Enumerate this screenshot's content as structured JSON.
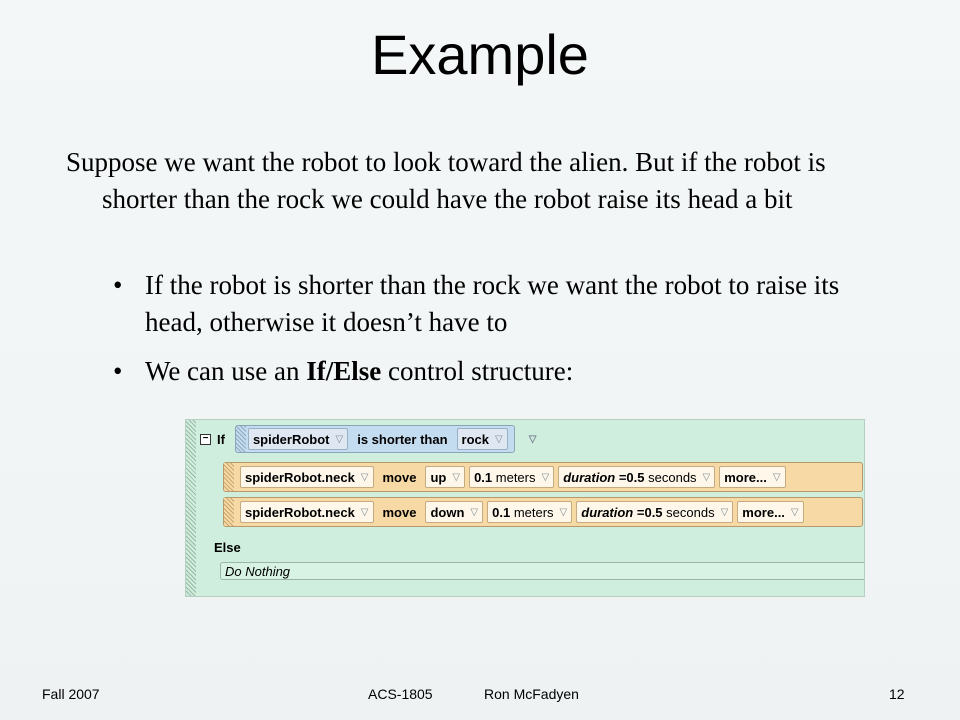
{
  "slide": {
    "title": "Example",
    "paragraph": "Suppose we want the robot to look toward the alien.  But if the robot is shorter than the rock we could have the robot raise its head a bit",
    "bullets": [
      {
        "text": "If the robot is shorter than the rock we want the robot to raise its head, otherwise it doesn’t have to"
      },
      {
        "text_before": "We can use an ",
        "bold": "If/Else",
        "text_after": " control structure:"
      }
    ],
    "bullet_glyph": "•"
  },
  "code": {
    "if_keyword": "If",
    "condition": {
      "object": "spiderRobot",
      "operator": "is shorter than",
      "target": "rock"
    },
    "statements": [
      {
        "object": "spiderRobot.neck",
        "method": "move",
        "direction": "up",
        "amount": "0.1",
        "amount_unit": "meters",
        "duration_label": "duration",
        "duration_eq": "= ",
        "duration_value": "0.5",
        "duration_unit": "seconds",
        "more": "more..."
      },
      {
        "object": "spiderRobot.neck",
        "method": "move",
        "direction": "down",
        "amount": "0.1",
        "amount_unit": "meters",
        "duration_label": "duration",
        "duration_eq": "= ",
        "duration_value": "0.5",
        "duration_unit": "seconds",
        "more": "more..."
      }
    ],
    "else_keyword": "Else",
    "else_body": "Do Nothing"
  },
  "footer": {
    "left": "Fall 2007",
    "course": "ACS-1805",
    "author": "Ron McFadyen",
    "page": "12"
  },
  "colors": {
    "code_bg": "#cfeedd",
    "statement_bg": "#f7d9a6",
    "condition_bg": "#c4dcef"
  }
}
